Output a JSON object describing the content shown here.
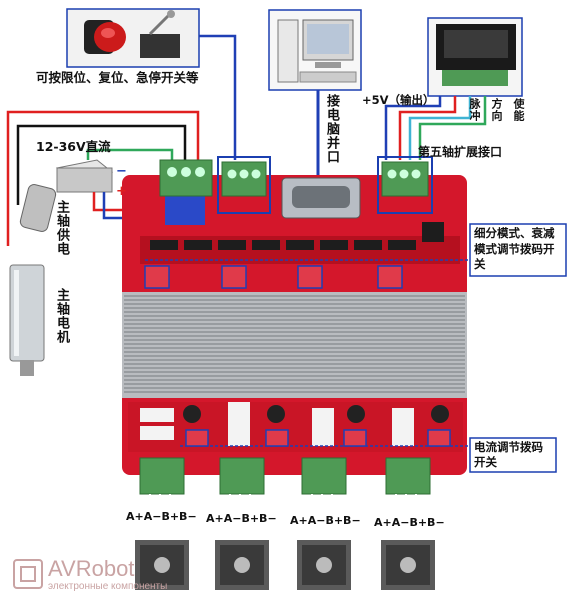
{
  "labels": {
    "limit_switches": "可按限位、复位、急停开关等",
    "pc_port": "接电脑并口",
    "plus5v_out": "+5V（输出）",
    "pulse": "脉冲",
    "direction": "方向",
    "enable": "使能",
    "fifth_axis": "第五轴扩展接口",
    "power_dc": "12-36V直流",
    "spindle_supply": "主轴供电",
    "spindle_motor": "主轴电机",
    "microstep_switch": "细分模式、衰减模式调节拨码开关",
    "current_switch": "电流调节拨码开关",
    "motor_terminals": [
      "A+A−B+B−",
      "A+A−B+B−",
      "A+A−B+B−",
      "A+A−B+B−"
    ],
    "plus_sign": "+",
    "minus_sign": "−"
  },
  "watermark": {
    "brand": "AVRobot",
    "sub": "электронные компоненты"
  },
  "colors": {
    "board": "#d4172b",
    "heatsink": "#b9bcc0",
    "terminal": "#4f9a55",
    "box_outline": "#1b3fb0",
    "wire_red": "#e02020",
    "wire_blue": "#1f3fb5",
    "wire_green": "#2fa85a",
    "wire_cyan": "#3fb3d3",
    "wire_black": "#111111"
  }
}
